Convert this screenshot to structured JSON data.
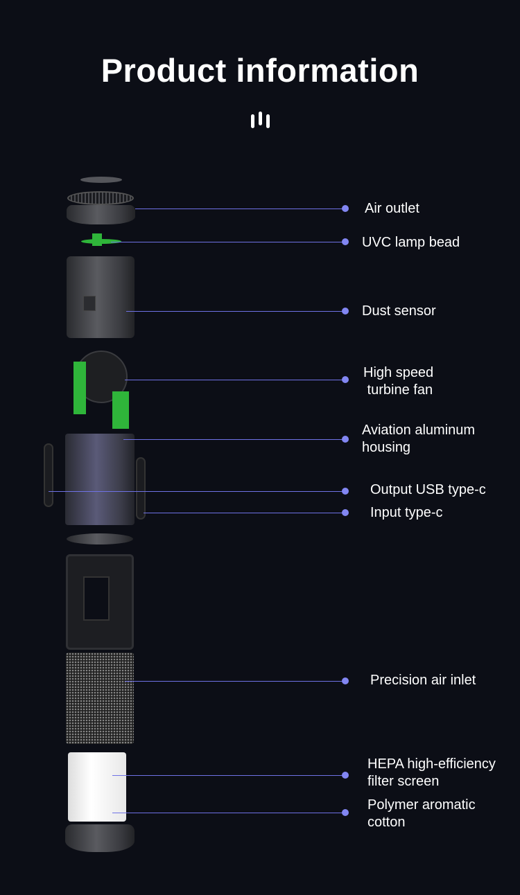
{
  "title": "Product information",
  "colors": {
    "background": "#0c0e16",
    "leader_line": "#6f72e6",
    "dot": "#8286f2",
    "accent_green": "#2fb53a"
  },
  "labels": [
    {
      "id": "air-outlet",
      "text": "Air outlet"
    },
    {
      "id": "uvc-lamp-bead",
      "text": "UVC lamp bead"
    },
    {
      "id": "dust-sensor",
      "text": "Dust sensor"
    },
    {
      "id": "turbine-fan",
      "text": "High speed\n turbine fan"
    },
    {
      "id": "aluminum-housing",
      "text": "Aviation aluminum\nhousing"
    },
    {
      "id": "output-usb",
      "text": "Output USB type-c"
    },
    {
      "id": "input-typec",
      "text": "Input type-c"
    },
    {
      "id": "air-inlet",
      "text": "Precision air inlet"
    },
    {
      "id": "hepa-filter",
      "text": "HEPA high-efficiency\nfilter screen"
    },
    {
      "id": "aromatic-cotton",
      "text": "Polymer aromatic\ncotton"
    }
  ]
}
